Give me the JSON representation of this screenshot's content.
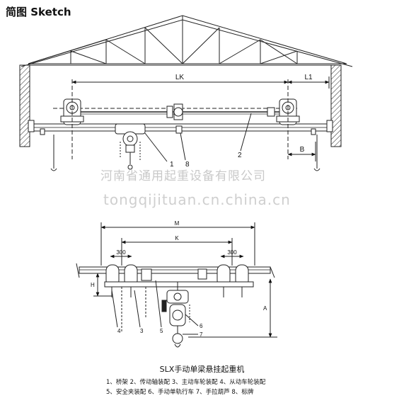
{
  "heading": "简图  Sketch",
  "watermark": {
    "company": "河南省通用起重设备有限公司",
    "url": "tongqijituan.cn.china.cn"
  },
  "top_view": {
    "dim_LK": "LK",
    "dim_L1": "L1",
    "dim_B": "B",
    "callout_1": "1",
    "callout_8": "8",
    "callout_2": "2"
  },
  "bottom_view": {
    "dim_M": "M",
    "dim_K": "K",
    "dim_300_left": "300",
    "dim_300_right": "300",
    "dim_H": "H",
    "dim_A": "A",
    "callout_4": "4",
    "callout_3": "3",
    "callout_5": "5",
    "callout_6": "6",
    "callout_7": "7"
  },
  "caption": "SLX手动单梁悬挂起重机",
  "legend": {
    "line1": "1、桥架 2、传动轴装配 3、主动车轮装配 4、从动车轮装配",
    "line2": "5、安全夹装配 6、手动单轨行车 7、手拉葫芦 8、标牌"
  }
}
